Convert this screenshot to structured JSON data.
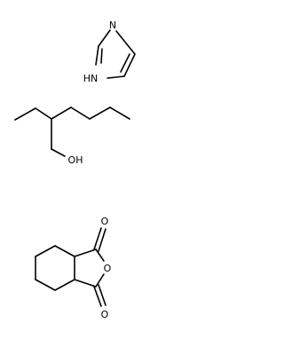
{
  "structures": [
    {
      "id": "imidazole",
      "atom_labels": {
        "n_top": "N",
        "nh": "HN"
      }
    },
    {
      "id": "2-ethylhexanol",
      "atom_labels": {
        "hydroxyl": "OH"
      }
    },
    {
      "id": "hexahydrophthalic-anhydride",
      "atom_labels": {
        "o_top": "O",
        "o_ring": "O",
        "o_bottom": "O"
      }
    }
  ],
  "colors": {
    "bond": "#000000",
    "label": "#000000",
    "background": "#ffffff"
  }
}
